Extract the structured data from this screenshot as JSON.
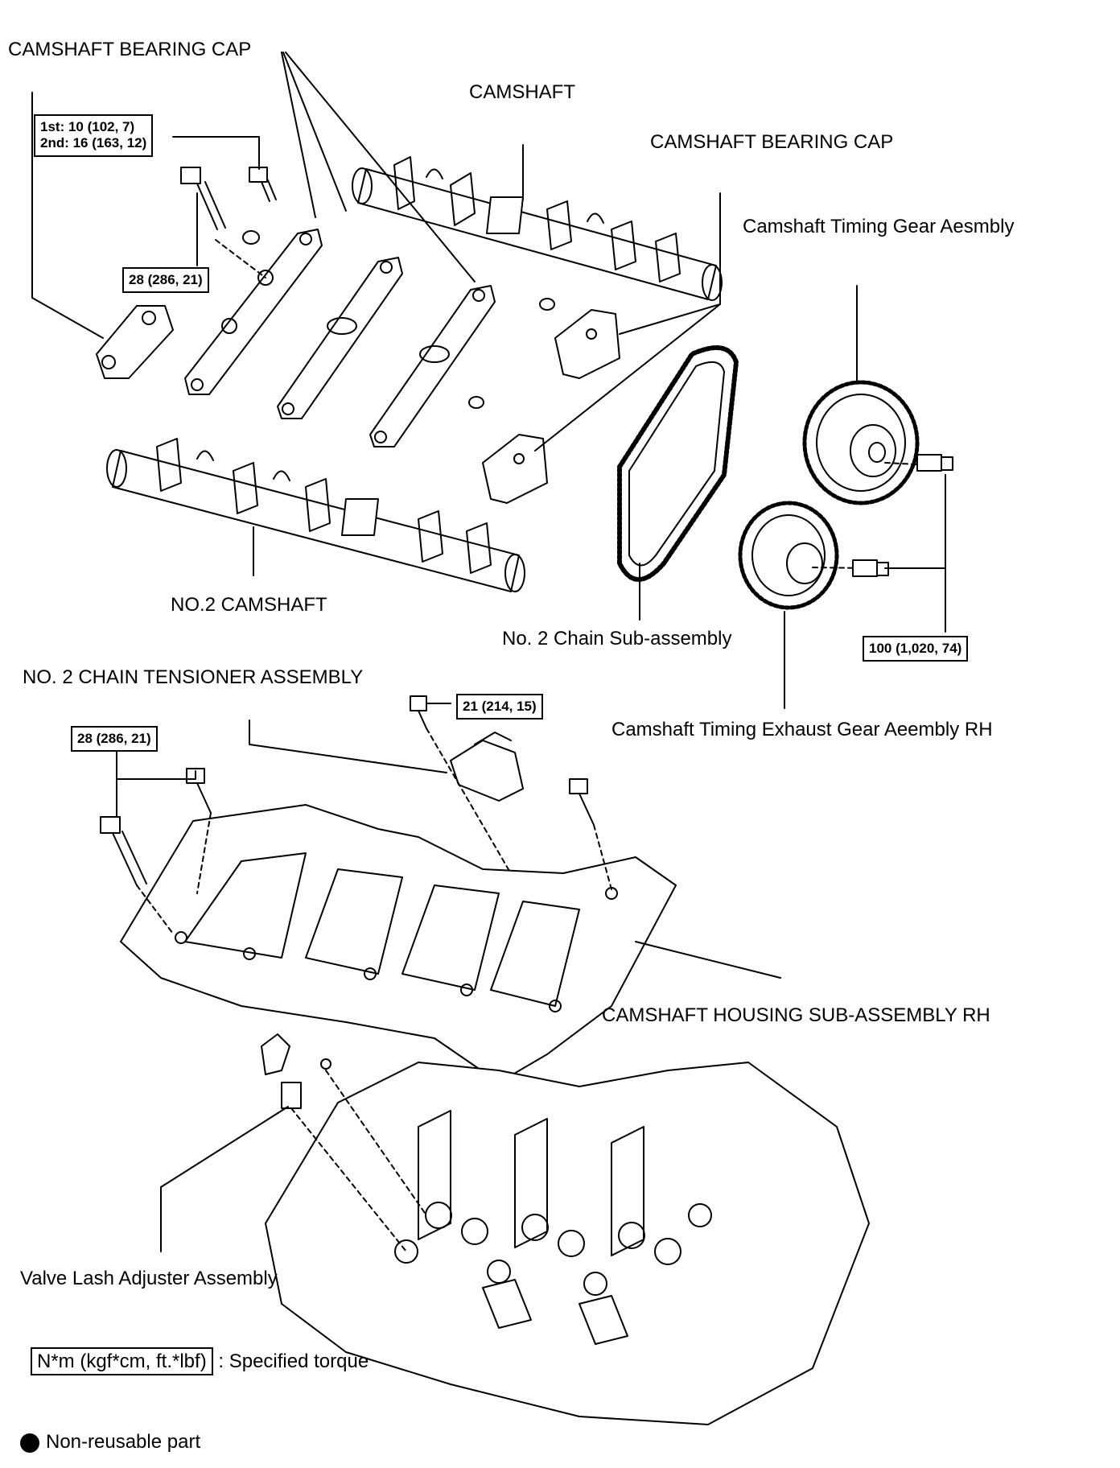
{
  "labels": {
    "bearing_cap_1": "CAMSHAFT BEARING CAP",
    "camshaft": "CAMSHAFT",
    "bearing_cap_2": "CAMSHAFT BEARING CAP",
    "timing_gear": "Camshaft Timing Gear Aesmbly",
    "no2_camshaft": "NO.2 CAMSHAFT",
    "no2_chain": "No. 2 Chain Sub-assembly",
    "tensioner": "NO. 2 CHAIN TENSIONER ASSEMBLY",
    "exhaust_gear": "Camshaft Timing Exhaust Gear Aeembly RH",
    "housing": "CAMSHAFT HOUSING SUB-ASSEMBLY RH",
    "lash_adjuster": "Valve Lash Adjuster Assembly"
  },
  "torques": {
    "cap_bolt_line1": "1st: 10 (102, 7)",
    "cap_bolt_line2": "2nd: 16 (163, 12)",
    "cap_bolt_long": "28 (286, 21)",
    "gear_bolts": "100 (1,020, 74)",
    "tensioner_bolt": "21 (214, 15)",
    "housing_bolts": "28 (286, 21)"
  },
  "legend": {
    "torque_unit": "N*m (kgf*cm, ft.*lbf)",
    "torque_desc": ": Specified torque",
    "nonreusable": "Non-reusable part"
  }
}
